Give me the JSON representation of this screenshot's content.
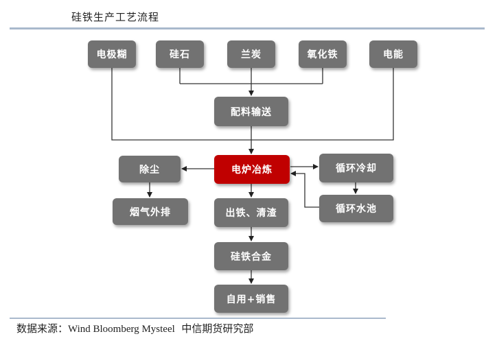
{
  "header": {
    "title": "硅铁生产工艺流程"
  },
  "nodes": {
    "electrode_paste": "电极糊",
    "silica": "硅石",
    "coke": "兰炭",
    "iron_oxide": "氧化铁",
    "electricity": "电能",
    "batching": "配料输送",
    "smelting": "电炉冶炼",
    "dust_removal": "除尘",
    "flue_gas": "烟气外排",
    "cooling": "循环冷却",
    "water_pool": "循环水池",
    "tapping": "出铁、清渣",
    "alloy": "硅铁合金",
    "sales": "自用+销售"
  },
  "footer": {
    "source_label": "数据来源：",
    "source_names": "Wind Bloomberg Mysteel",
    "source_org": "中信期货研究部"
  },
  "colors": {
    "node": "#727272",
    "highlight": "#c00000",
    "rule": "#a9b9cc"
  }
}
